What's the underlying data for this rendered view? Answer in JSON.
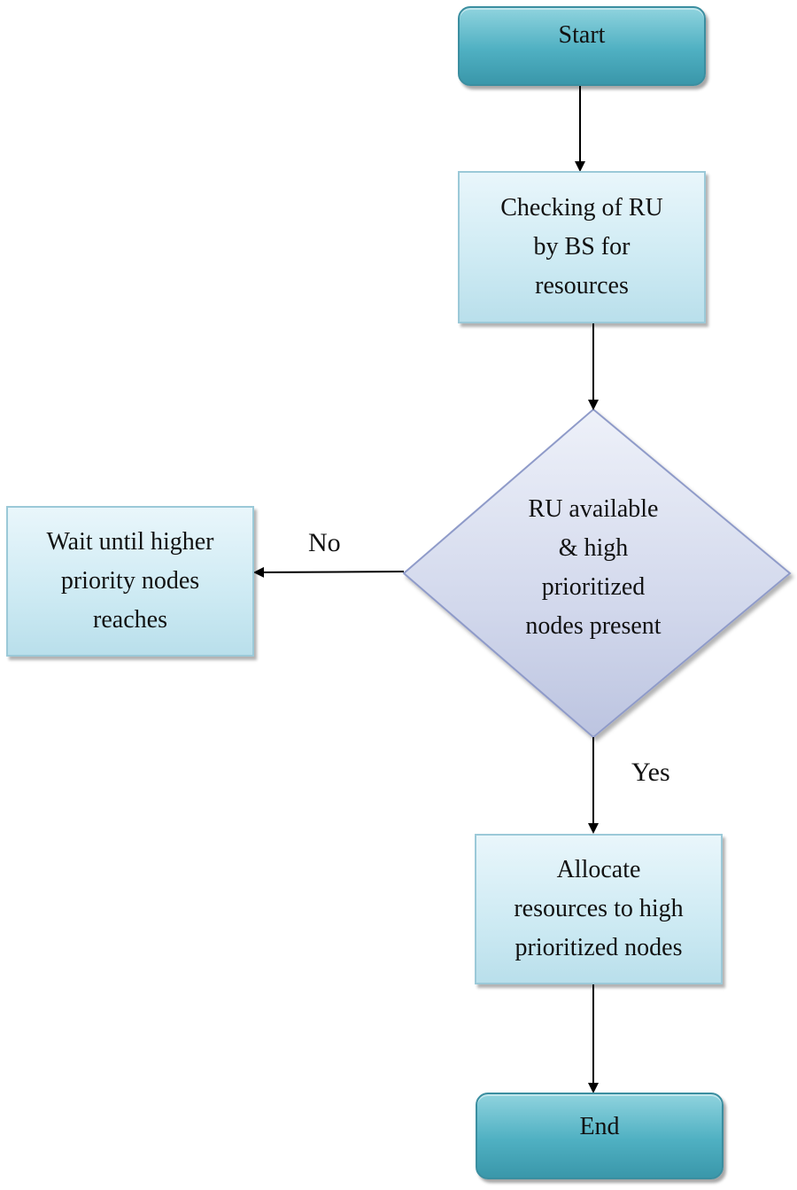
{
  "diagram": {
    "nodes": {
      "start": {
        "label": "Start"
      },
      "check": {
        "lines": [
          "Checking of RU",
          "by BS for",
          "resources"
        ]
      },
      "decision": {
        "lines": [
          "RU available",
          "& high",
          "prioritized",
          "nodes present"
        ]
      },
      "wait": {
        "lines": [
          "Wait until higher",
          "priority nodes",
          "reaches"
        ]
      },
      "allocate": {
        "lines": [
          "Allocate",
          "resources to high",
          "prioritized nodes"
        ]
      },
      "end": {
        "label": "End"
      }
    },
    "edges": [
      {
        "from": "start",
        "to": "check"
      },
      {
        "from": "check",
        "to": "decision"
      },
      {
        "from": "decision",
        "to": "wait",
        "label": "No"
      },
      {
        "from": "decision",
        "to": "allocate",
        "label": "Yes"
      },
      {
        "from": "allocate",
        "to": "end"
      }
    ],
    "edge_labels": {
      "no": "No",
      "yes": "Yes"
    },
    "colors": {
      "terminal_fill": "#4fb0c2",
      "process_fill": "#cdeaf3",
      "decision_fill": "#cdd4ea",
      "arrow": "#000000"
    }
  }
}
